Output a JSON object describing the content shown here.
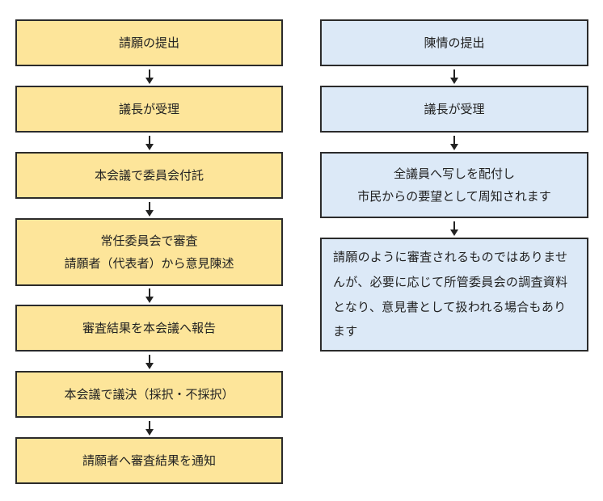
{
  "petition": {
    "steps": [
      {
        "lines": [
          "請願の提出"
        ]
      },
      {
        "lines": [
          "議長が受理"
        ]
      },
      {
        "lines": [
          "本会議で委員会付託"
        ]
      },
      {
        "lines": [
          "常任委員会で審査",
          "請願者（代表者）から意見陳述"
        ]
      },
      {
        "lines": [
          "審査結果を本会議へ報告"
        ]
      },
      {
        "lines": [
          "本会議で議決（採択・不採択）"
        ]
      },
      {
        "lines": [
          "請願者へ審査結果を通知"
        ]
      }
    ]
  },
  "appeal": {
    "steps": [
      {
        "lines": [
          "陳情の提出"
        ]
      },
      {
        "lines": [
          "議長が受理"
        ]
      },
      {
        "lines": [
          "全議員へ写しを配付し",
          "市民からの要望として周知されます"
        ]
      },
      {
        "lines": [
          "請願のように審査されるものではありませんが、必要に応じて所管委員会の調査資料となり、意見書として扱われる場合もあります"
        ]
      }
    ]
  },
  "colors": {
    "petition_fill": "#fde59a",
    "appeal_fill": "#dce9f7",
    "border": "#2b2b2b"
  }
}
